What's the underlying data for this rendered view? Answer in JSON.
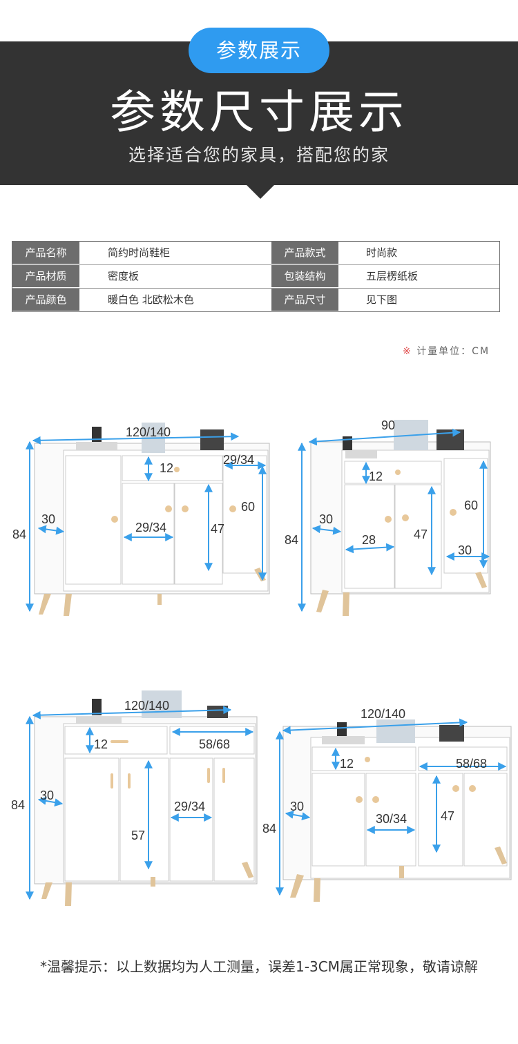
{
  "header": {
    "pill_label": "参数展示",
    "title": "参数尺寸展示",
    "subtitle": "选择适合您的家具，搭配您的家"
  },
  "spec_table": [
    {
      "label_left": "产品名称",
      "value_left": "简约时尚鞋柜",
      "label_right": "产品款式",
      "value_right": "时尚款"
    },
    {
      "label_left": "产品材质",
      "value_left": "密度板",
      "label_right": "包装结构",
      "value_right": "五层楞纸板"
    },
    {
      "label_left": "产品颜色",
      "value_left": "暖白色 北欧松木色",
      "label_right": "产品尺寸",
      "value_right": "见下图"
    }
  ],
  "unit_note": {
    "mark": "※",
    "text": "计量单位：CM"
  },
  "cabinets": [
    {
      "width": "120/140",
      "height": "84",
      "depth": "30",
      "drawer": "12",
      "door": "29/34",
      "side_top": "29/34",
      "side_h": "60",
      "door_h": "47"
    },
    {
      "width": "90",
      "height": "84",
      "depth": "30",
      "drawer": "12",
      "door": "28",
      "side_h": "60",
      "door_h": "47",
      "side_w": "30"
    },
    {
      "width": "120/140",
      "height": "84",
      "depth": "30",
      "drawer": "12",
      "drawer_w": "58/68",
      "door": "29/34",
      "door_h": "57"
    },
    {
      "width": "120/140",
      "height": "84",
      "depth": "30",
      "drawer": "12",
      "drawer_w": "58/68",
      "door": "30/34",
      "door_h": "47"
    }
  ],
  "accent_color": "#2f9bf0",
  "dim_color": "#3aa0ea",
  "footer_tip": "*温馨提示：以上数据均为人工测量，误差1-3CM属正常现象，敬请谅解"
}
